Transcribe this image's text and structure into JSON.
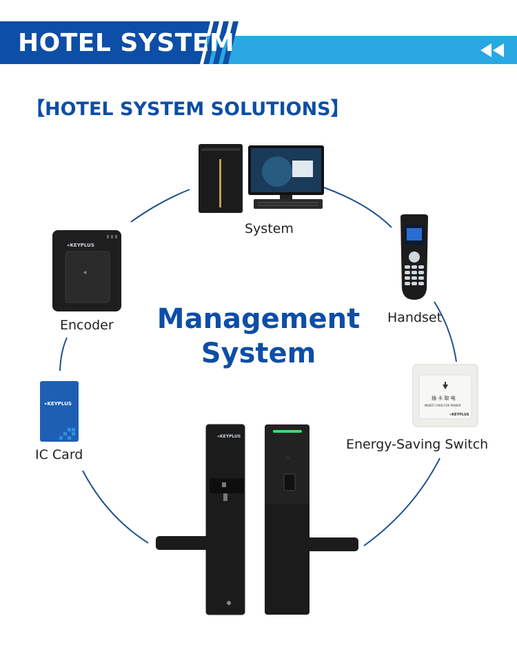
{
  "header": {
    "title": "HOTEL SYSTEM",
    "rewind_icon": "rewind-icon",
    "colors": {
      "dark": "#0d4ea6",
      "light": "#29a8e3"
    }
  },
  "section": {
    "bracket_open": "【",
    "title": "HOTEL SYSTEM SOLUTIONS",
    "bracket_close": "】"
  },
  "center": {
    "line1": "Management",
    "line2": "System"
  },
  "devices": {
    "system": "System",
    "handset": "Handset",
    "encoder": "Encoder",
    "ic_card": "IC Card",
    "energy_switch": "Energy-Saving Switch"
  },
  "brand": {
    "name": "KEYPLUS",
    "switch_text_cn": "插卡取电",
    "switch_text_en": "INSERT CARD FOR POWER"
  }
}
